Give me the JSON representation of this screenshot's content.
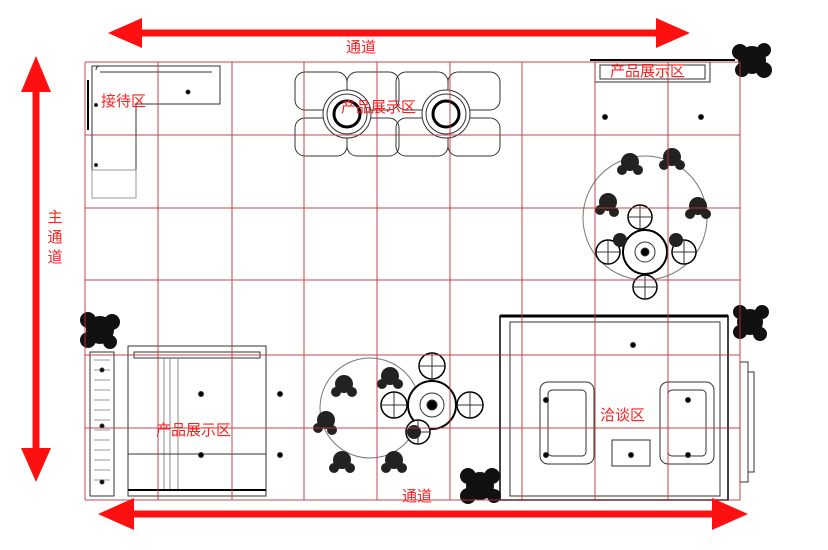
{
  "labels": {
    "top_corridor": "通道",
    "bottom_corridor": "通道",
    "main_corridor": [
      "主",
      "通",
      "道"
    ],
    "reception": "接待区",
    "product_top_center": "产品展示区",
    "product_top_right": "产品展示区",
    "product_bottom_left": "产品展示区",
    "negotiation": "洽谈区"
  },
  "colors": {
    "arrow": "#ff1010",
    "grid": "#c0303a",
    "label": "#ff1f1f",
    "furniture": "#333333"
  }
}
